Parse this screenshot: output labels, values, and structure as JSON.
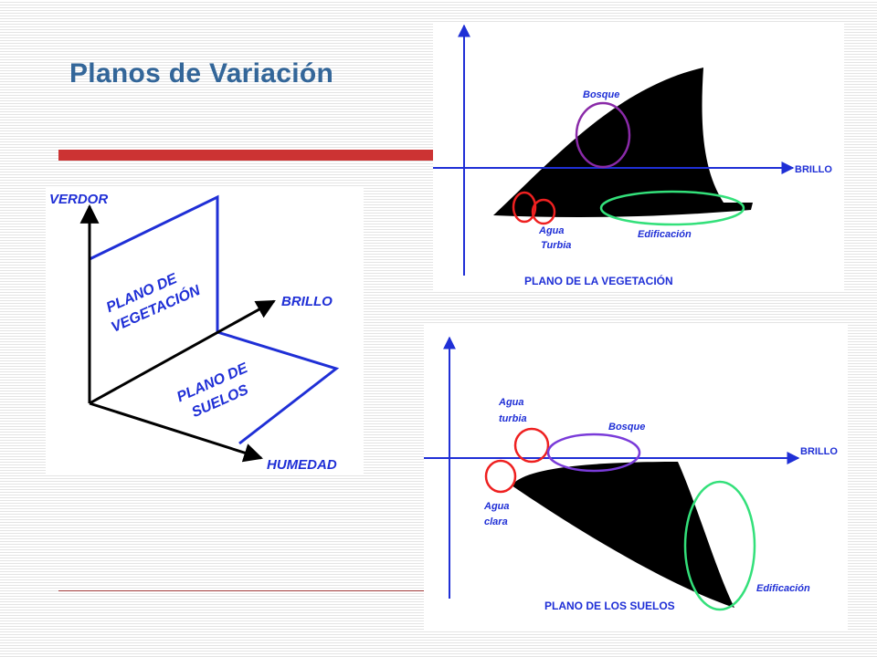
{
  "slide": {
    "title": "Planos de Variación"
  },
  "diagram_3d": {
    "axis_vertical": "VERDOR",
    "axis_right": "BRILLO",
    "axis_front": "HUMEDAD",
    "plane_vegetation_line1": "PLANO DE",
    "plane_vegetation_line2": "VEGETACIÓN",
    "plane_soil_line1": "PLANO DE",
    "plane_soil_line2": "SUELOS"
  },
  "vegetation_plane": {
    "axis_x_label": "BRILLO",
    "caption": "PLANO DE LA VEGETACIÓN",
    "label_forest": "Bosque",
    "label_turbid_water_line1": "Agua",
    "label_turbid_water_line2": "Turbia",
    "label_building": "Edificación"
  },
  "soil_plane": {
    "axis_x_label": "BRILLO",
    "caption": "PLANO DE LOS SUELOS",
    "label_turbid_water_line1": "Agua",
    "label_turbid_water_line2": "turbia",
    "label_forest": "Bosque",
    "label_clear_water_line1": "Agua",
    "label_clear_water_line2": "clara",
    "label_building": "Edificación"
  },
  "colors": {
    "title": "#336699",
    "accent": "#cc3333",
    "axis_blue": "#1f2fd6",
    "water_red": "#ee2020",
    "forest_purple": "#8a2aa8",
    "building_green": "#33e07a",
    "soil_line_blue": "#7a3bd9"
  }
}
